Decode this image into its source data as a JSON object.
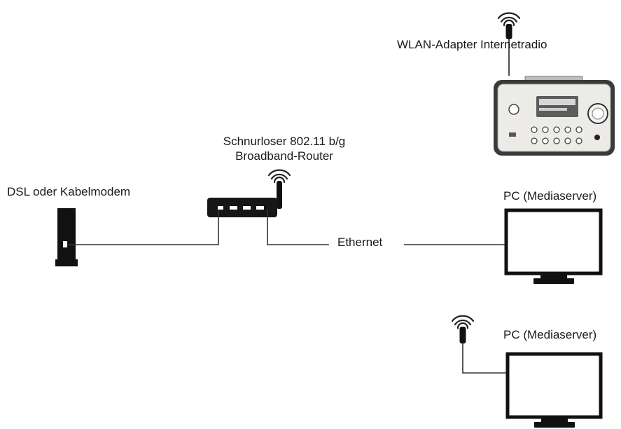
{
  "labels": {
    "radio": "WLAN-Adapter Internetradio",
    "router_line1": "Schnurloser 802.11 b/g",
    "router_line2": "Broadband-Router",
    "modem": "DSL oder Kabelmodem",
    "pc_wired": "PC (Mediaserver)",
    "ethernet": "Ethernet",
    "pc_wireless": "PC (Mediaserver)"
  },
  "icons": [
    "wifi-icon",
    "antenna-icon",
    "internet-radio-icon",
    "router-icon",
    "modem-icon",
    "monitor-icon"
  ]
}
